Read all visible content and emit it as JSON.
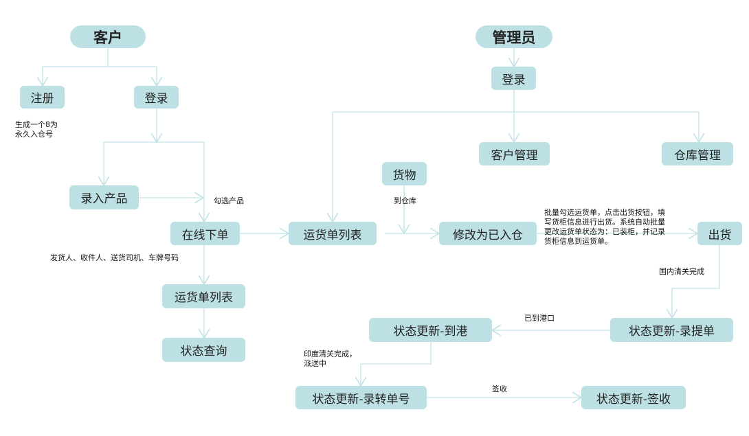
{
  "nodes": {
    "customer": "客户",
    "admin": "管理员",
    "register": "注册",
    "login_c": "登录",
    "enter_product": "录入产品",
    "online_order": "在线下单",
    "waybill_list_c": "运货单列表",
    "status_query": "状态查询",
    "login_a": "登录",
    "customer_mgmt": "客户管理",
    "warehouse_mgmt": "仓库管理",
    "goods": "货物",
    "waybill_list_a": "运货单列表",
    "mark_in_warehouse": "修改为已入仓",
    "ship": "出货",
    "status_bl": "状态更新-录提单",
    "status_port": "状态更新-到港",
    "status_transfer": "状态更新-录转单号",
    "status_signed": "状态更新-签收"
  },
  "labels": {
    "gen_no_1": "生成一个8为",
    "gen_no_2": "永久入仓号",
    "select_product": "勾选产品",
    "order_fields": "发货人、收件人、送货司机、车牌号码",
    "to_warehouse": "到仓库",
    "ship_note_1": "批量勾选运货单，点击出货按钮，填",
    "ship_note_2": "写货柜信息进行出货。系统自动批量",
    "ship_note_3": "更改运货单状态为：已装柜，并记录",
    "ship_note_4": "货柜信息到运货单。",
    "domestic_clear": "国内清关完成",
    "arrived_port": "已到港口",
    "india_clear_1": "印度清关完成，",
    "india_clear_2": "派送中",
    "signed": "签收"
  },
  "colors": {
    "node": "#bde0e4",
    "line": "#c3e2e6"
  }
}
